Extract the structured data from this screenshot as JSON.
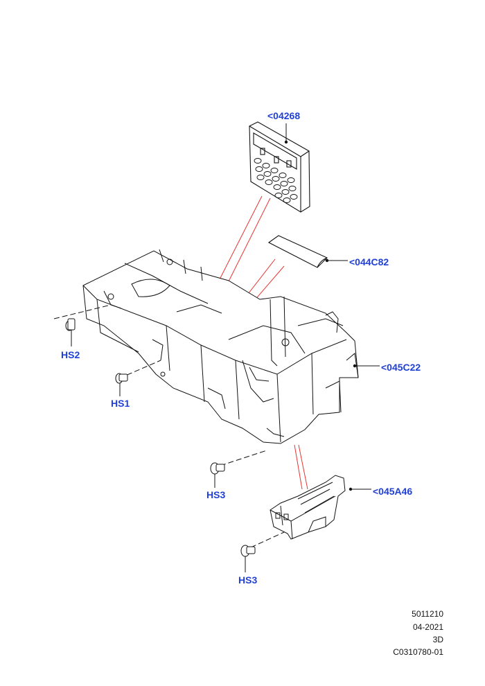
{
  "callouts": {
    "part_04268": "<04268",
    "part_044C82": "<044C82",
    "part_045C22": "<045C22",
    "part_045A46": "<045A46",
    "hs2": "HS2",
    "hs1": "HS1",
    "hs3_upper": "HS3",
    "hs3_lower": "HS3"
  },
  "footer": {
    "ref_number": "5011210",
    "date": "04-2021",
    "view": "3D",
    "illustration_id": "C0310780-01"
  },
  "colors": {
    "callout_text": "#1f3fd8",
    "leader_red": "#e8332f",
    "line_art": "#111111"
  }
}
